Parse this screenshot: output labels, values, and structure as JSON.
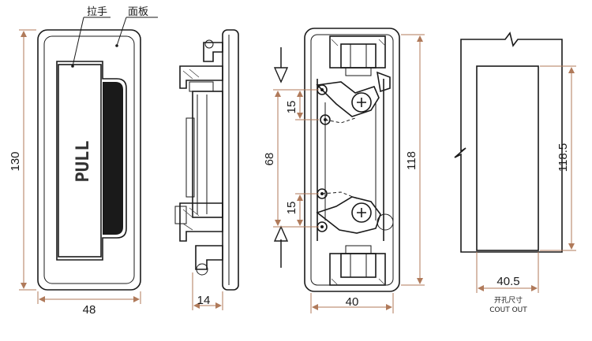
{
  "labels": {
    "handle": "拉手",
    "panel": "面板",
    "pull": "PULL",
    "cutout_cn": "开孔尺寸",
    "cutout_en": "COUT OUT"
  },
  "dims": {
    "front_height": "130",
    "front_width": "48",
    "side_depth": "14",
    "rear_height": "118",
    "rear_width": "40",
    "pivot_span": "68",
    "pivot_offset_top": "15",
    "pivot_offset_bottom": "15",
    "cutout_height": "118.5",
    "cutout_width": "40.5"
  },
  "colors": {
    "line": "#1a1a1a",
    "dimension": "#b07a5a"
  }
}
